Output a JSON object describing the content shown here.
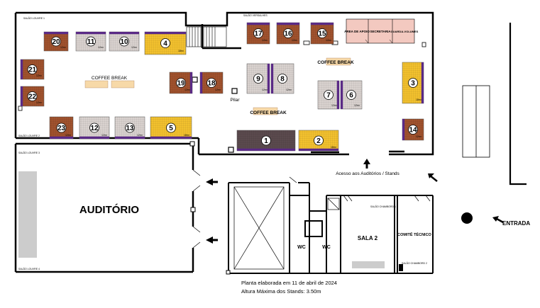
{
  "colors": {
    "brown": "#a0522d",
    "gold": "#f2c12e",
    "grey": "#d9d2cf",
    "dark": "#5b4a4e",
    "purple": "#5a2a86",
    "peach": "#f7d9a8",
    "pink": "#f3c9c0",
    "wall": "#000000",
    "light_grey": "#cccccc"
  },
  "areas": {
    "salao_louvre_1": "SALÃO LOUVRE 1",
    "salao_louvre_2": "SALÃO LOUVRE 2",
    "salao_louvre_3": "SALÃO LOUVRE 3",
    "salao_louvre_4": "SALÃO LOUVRE 4",
    "salao_versalhes": "SALÃO VERSALHES",
    "salao_chambord_1": "SALÃO CHAMBORD 1",
    "salao_chambord_2": "SALÃO CHAMBORD 2"
  },
  "rooms": {
    "area_apoio": "ÁREA DE APOIO",
    "secretaria": "SECRETARIA",
    "guarda_volumes": "GUARDA-VOLUMES",
    "auditorio": "AUDITÓRIO",
    "wc_1": "WC",
    "wc_2": "WC",
    "sala_2": "SALA 2",
    "comite": "COMITÊ TÉCNICO"
  },
  "labels": {
    "coffee_break_1": "COFFEE BREAK",
    "coffee_break_2": "COFFEE BREAK",
    "coffee_break_3": "COFFEE BREAK",
    "pilar": "Pilar",
    "acesso": "Acesso aos Auditórios / Stands",
    "entrada": "ENTRADA",
    "planta_date": "Planta elaborada em 11 de abril de 2024",
    "altura": "Altura Máxima dos Stands: 3.50m"
  },
  "stands": [
    {
      "num": "20",
      "area": "12m²",
      "color": "brown"
    },
    {
      "num": "11",
      "area": "12m²",
      "color": "grey"
    },
    {
      "num": "10",
      "area": "12m²",
      "color": "grey"
    },
    {
      "num": "4",
      "area": "18m²",
      "color": "gold"
    },
    {
      "num": "21",
      "area": "12m²",
      "color": "brown"
    },
    {
      "num": "22",
      "area": "12m²",
      "color": "brown"
    },
    {
      "num": "23",
      "area": "12m²",
      "color": "brown"
    },
    {
      "num": "12",
      "area": "12m²",
      "color": "grey"
    },
    {
      "num": "13",
      "area": "12m²",
      "color": "grey"
    },
    {
      "num": "5",
      "area": "18m²",
      "color": "gold"
    },
    {
      "num": "19",
      "area": "12m²",
      "color": "brown"
    },
    {
      "num": "18",
      "area": "12m²",
      "color": "brown"
    },
    {
      "num": "9",
      "area": "12m²",
      "color": "grey"
    },
    {
      "num": "8",
      "area": "12m²",
      "color": "grey"
    },
    {
      "num": "17",
      "area": "12m²",
      "color": "brown"
    },
    {
      "num": "16",
      "area": "12m²",
      "color": "brown"
    },
    {
      "num": "15",
      "area": "12m²",
      "color": "brown"
    },
    {
      "num": "7",
      "area": "12m²",
      "color": "grey"
    },
    {
      "num": "6",
      "area": "12m²",
      "color": "grey"
    },
    {
      "num": "3",
      "area": "18m²",
      "color": "gold"
    },
    {
      "num": "14",
      "area": "12m²",
      "color": "brown"
    },
    {
      "num": "1",
      "area": "",
      "color": "dark"
    },
    {
      "num": "2",
      "area": "18m²",
      "color": "gold"
    }
  ]
}
